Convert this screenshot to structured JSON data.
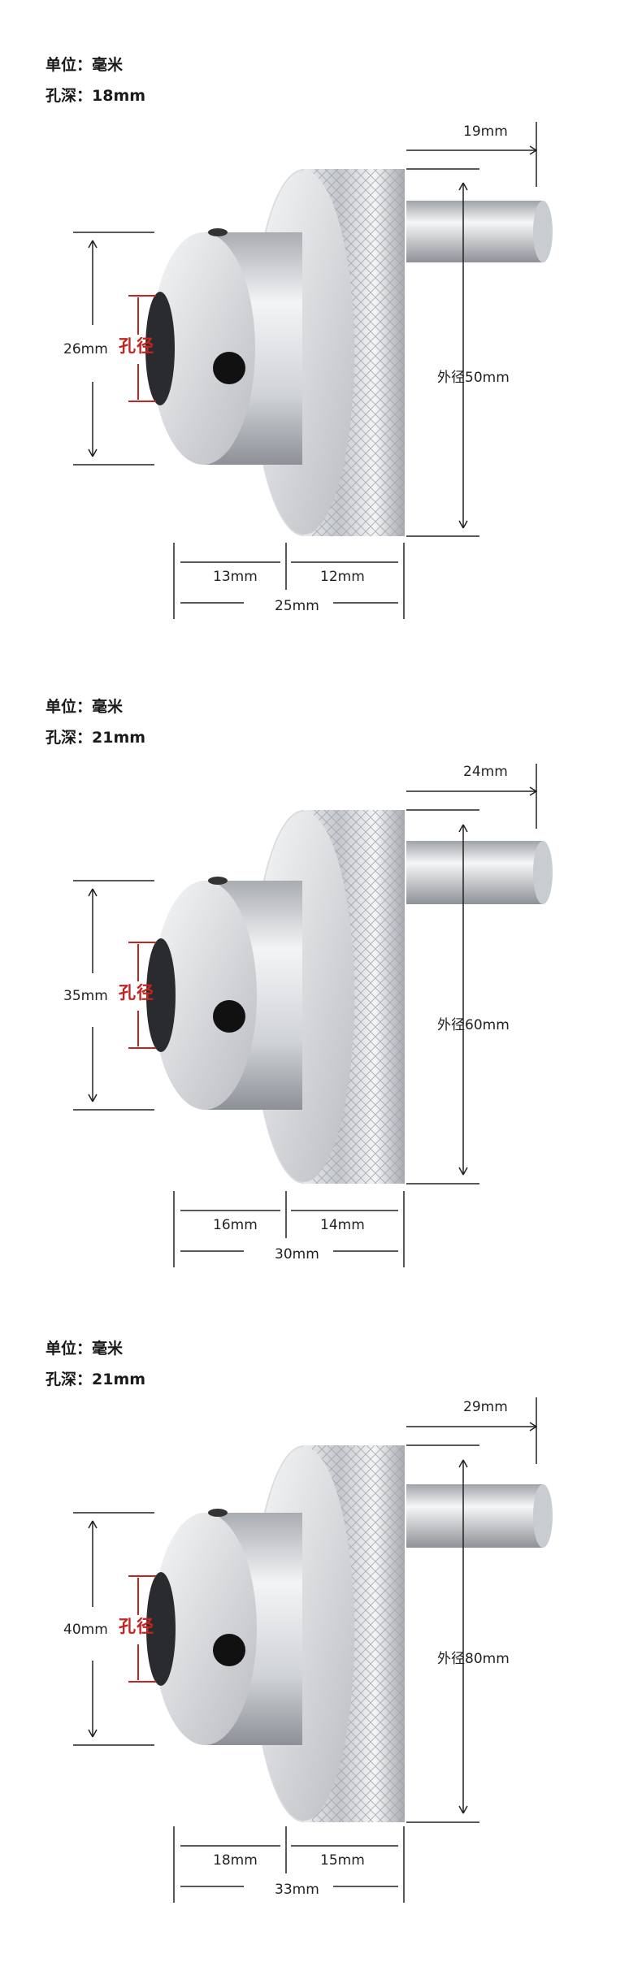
{
  "products": [
    {
      "unit_label": "单位：毫米",
      "depth_label": "孔深：18mm",
      "handle_length": "19mm",
      "hub_diameter": "26mm",
      "bore_label": "孔径",
      "outer_diameter": "外径50mm",
      "hub_length": "13mm",
      "wheel_thickness": "12mm",
      "total_length": "25mm"
    },
    {
      "unit_label": "单位：毫米",
      "depth_label": "孔深：21mm",
      "handle_length": "24mm",
      "hub_diameter": "35mm",
      "bore_label": "孔径",
      "outer_diameter": "外径60mm",
      "hub_length": "16mm",
      "wheel_thickness": "14mm",
      "total_length": "30mm"
    },
    {
      "unit_label": "单位：毫米",
      "depth_label": "孔深：21mm",
      "handle_length": "29mm",
      "hub_diameter": "40mm",
      "bore_label": "孔径",
      "outer_diameter": "外径80mm",
      "hub_length": "18mm",
      "wheel_thickness": "15mm",
      "total_length": "33mm"
    }
  ],
  "colors": {
    "dimension_line": "#222222",
    "bore_highlight": "#c3241f",
    "metal_light": "#f2f3f5",
    "metal_dark": "#8d9096"
  }
}
